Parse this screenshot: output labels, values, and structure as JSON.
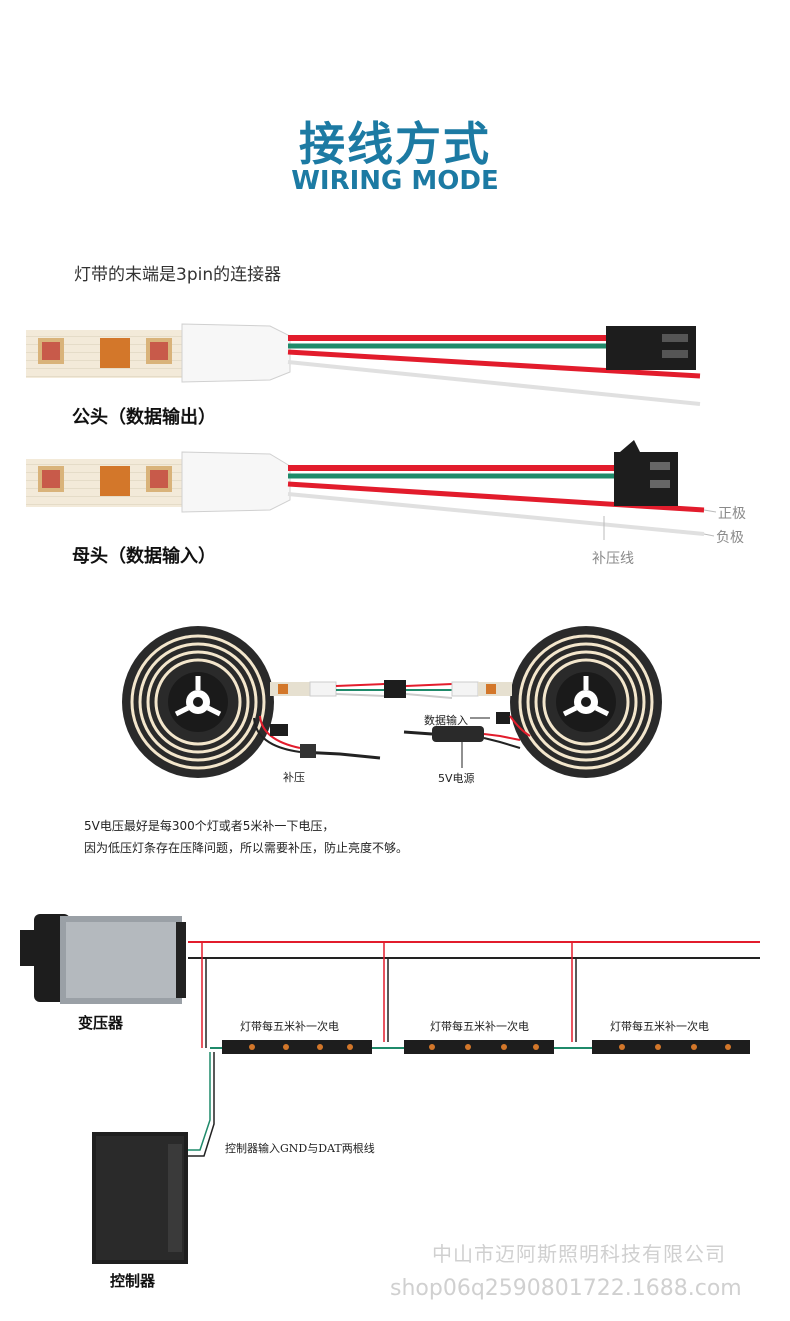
{
  "title": {
    "cn": "接线方式",
    "en": "WIRING MODE"
  },
  "intro": "灯带的末端是3pin的连接器",
  "connectors": {
    "male_label": "公头（数据输出）",
    "female_label": "母头（数据输入）",
    "positive": "正极",
    "negative": "负极",
    "boost_wire": "补压线"
  },
  "reels": {
    "data_input": "数据输入",
    "power": "5V电源",
    "boost": "补压"
  },
  "note": {
    "line1": "5V电压最好是每300个灯或者5米补一下电压，",
    "line2": "因为低压灯条存在压降问题，所以需要补压，防止亮度不够。"
  },
  "system": {
    "transformer": "变压器",
    "controller": "控制器",
    "segment_label": "灯带每五米补一次电",
    "controller_input": "控制器输入GND与DAT两根线"
  },
  "watermark": {
    "company": "中山市迈阿斯照明科技有限公司",
    "shop": "shop06q2590801722.1688.com"
  },
  "colors": {
    "title": "#1c7aa3",
    "red_wire": "#e21c2c",
    "green_wire": "#1f8a6a",
    "white_wire": "#e6e6e6",
    "black_wire": "#222222"
  },
  "icons": [
    "reel-icon",
    "connector-icon",
    "led-chip-icon",
    "transformer-icon",
    "controller-icon"
  ]
}
